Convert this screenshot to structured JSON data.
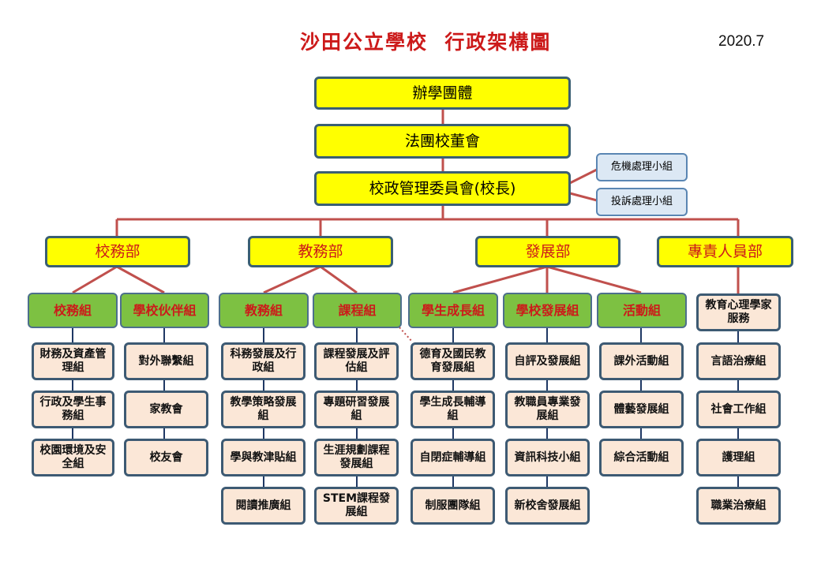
{
  "header": {
    "title": "沙田公立學校  行政架構圖",
    "date": "2020.7"
  },
  "levels": {
    "body": "辦學團體",
    "board": "法團校董會",
    "committee": "校政管理委員會(校長)"
  },
  "side_groups": [
    "危機處理小組",
    "投訴處理小組"
  ],
  "departments": [
    "校務部",
    "教務部",
    "發展部",
    "專責人員部"
  ],
  "groups": [
    "校務組",
    "學校伙伴組",
    "教務組",
    "課程組",
    "學生成長組",
    "學校發展組",
    "活動組"
  ],
  "teams": {
    "admin_affairs": [
      "財務及資產管理組",
      "行政及學生事務組",
      "校園環境及安全組"
    ],
    "partners": [
      "對外聯繫組",
      "家教會",
      "校友會"
    ],
    "academic": [
      "科務發展及行政組",
      "教學策略發展組",
      "學與教津貼組",
      "閱讀推廣組"
    ],
    "curriculum": [
      "課程發展及評估組",
      "專題研習發展組",
      "生涯規劃課程發展組",
      "STEM課程發展組"
    ],
    "student_growth": [
      "德育及國民教育發展組",
      "學生成長輔導組",
      "自閉症輔導組",
      "制服團隊組"
    ],
    "school_dev": [
      "自評及發展組",
      "教職員專業發展組",
      "資訊科技小組",
      "新校舍發展組"
    ],
    "activities": [
      "課外活動組",
      "體藝發展組",
      "綜合活動組"
    ],
    "specialists": [
      "教育心理學家服務",
      "言語治療組",
      "社會工作組",
      "護理組",
      "職業治療組"
    ]
  },
  "colors": {
    "title": "#cc1a1a",
    "box_yellow": "#ffff00",
    "box_green": "#7dc142",
    "box_peach": "#fbe7d7",
    "box_lightblue": "#dce8f4",
    "connector_red": "#c0504d",
    "connector_navy": "#1f3864"
  }
}
